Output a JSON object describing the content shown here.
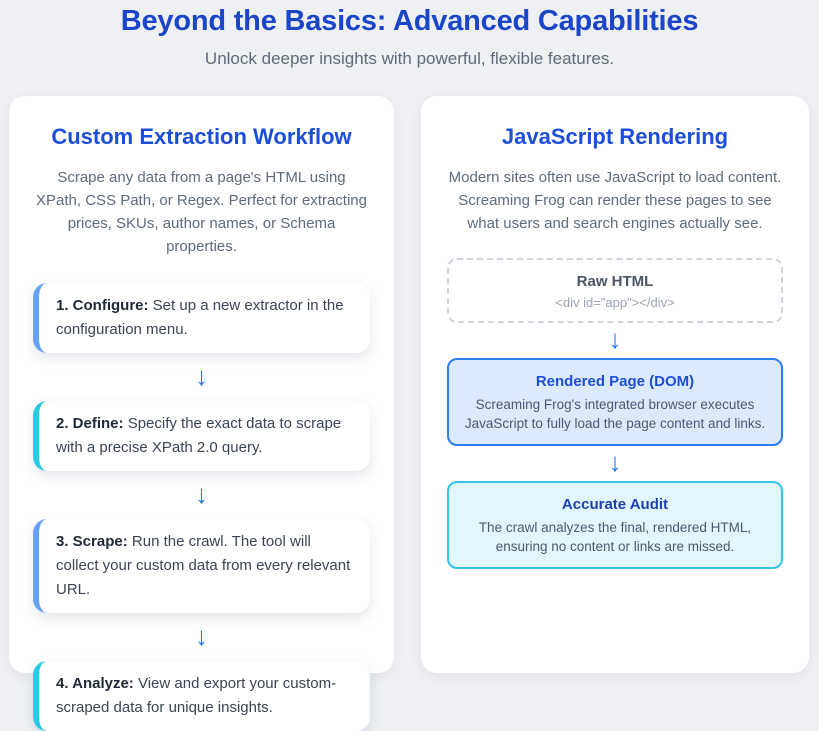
{
  "page": {
    "title": "Beyond the Basics: Advanced Capabilities",
    "subtitle": "Unlock deeper insights with powerful, flexible features."
  },
  "icons": {
    "arrow_down": "↓"
  },
  "colors": {
    "page_background": "#eef0f4",
    "card_background": "#ffffff",
    "title_blue": "#1b46c9",
    "card_title_blue": "#1d4ed8",
    "step_accent_blue": "#64a2f8",
    "step_accent_cyan": "#27cbe8",
    "arrow_blue": "#2579f2",
    "rendered_box_bg": "#dbeafe",
    "rendered_box_border": "#2e7cf0",
    "rendered_title": "#1d4ed8",
    "audit_box_bg": "#e1f6fd",
    "audit_box_border": "#35c5ea",
    "audit_title": "#1e40af",
    "muted_text": "#5f6b7a"
  },
  "left_card": {
    "title": "Custom Extraction Workflow",
    "description": "Scrape any data from a page's HTML using XPath, CSS Path, or Regex. Perfect for extracting prices, SKUs, author names, or Schema properties.",
    "steps": [
      {
        "label": "1. Configure:",
        "text": "Set up a new extractor in the configuration menu.",
        "accent": "#64a2f8"
      },
      {
        "label": "2. Define:",
        "text": "Specify the exact data to scrape with a precise XPath 2.0 query.",
        "accent": "#27cbe8"
      },
      {
        "label": "3. Scrape:",
        "text": "Run the crawl. The tool will collect your custom data from every relevant URL.",
        "accent": "#64a2f8"
      },
      {
        "label": "4. Analyze:",
        "text": "View and export your custom-scraped data for unique insights.",
        "accent": "#27cbe8"
      }
    ]
  },
  "right_card": {
    "title": "JavaScript Rendering",
    "description": "Modern sites often use JavaScript to load content. Screaming Frog can render these pages to see what users and search engines actually see.",
    "flow": [
      {
        "title": "Raw HTML",
        "text": "<div id=\"app\"></div>",
        "style": "dashed"
      },
      {
        "title": "Rendered Page (DOM)",
        "text": "Screaming Frog's integrated browser executes JavaScript to fully load the page content and links.",
        "style": "blue"
      },
      {
        "title": "Accurate Audit",
        "text": "The crawl analyzes the final, rendered HTML, ensuring no content or links are missed.",
        "style": "cyan"
      }
    ]
  }
}
